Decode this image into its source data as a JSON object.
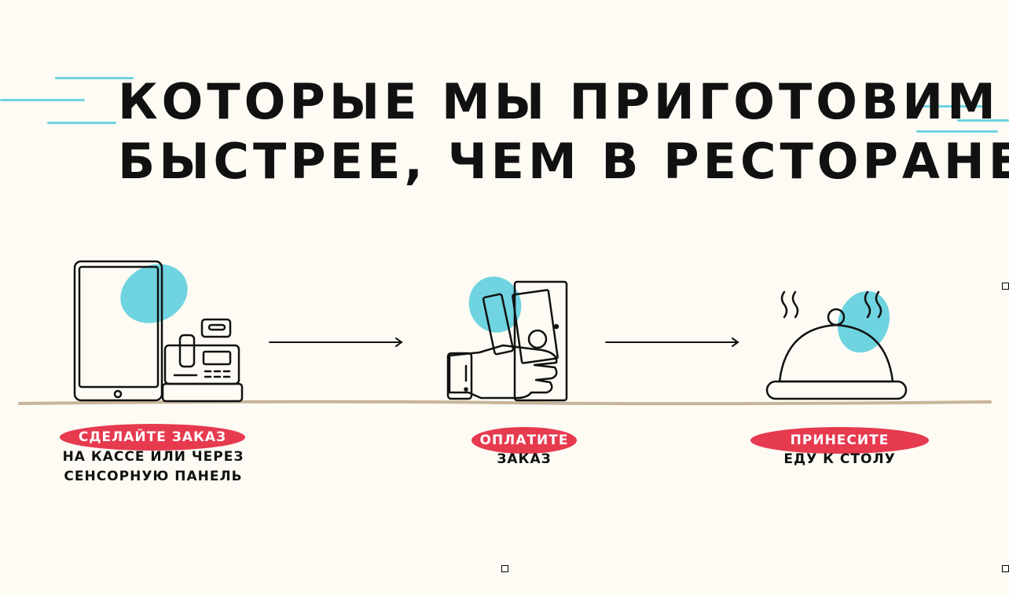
{
  "headline": {
    "line1": "КОТОРЫЕ МЫ ПРИГОТОВИМ",
    "line2": "БЫСТРЕЕ, ЧЕМ В РЕСТОРАНЕ"
  },
  "steps": [
    {
      "badge": "СДЕЛАЙТЕ ЗАКАЗ",
      "caption_line1": "НА КАССЕ ИЛИ ЧЕРЕЗ",
      "caption_line2": "СЕНСОРНУЮ ПАНЕЛЬ",
      "icon": "tablet-and-cash-register-icon"
    },
    {
      "badge": "ОПЛАТИТЕ",
      "caption_line1": "ЗАКАЗ",
      "icon": "hand-paying-money-icon"
    },
    {
      "badge": "ПРИНЕСИТЕ",
      "caption_line1": "ЕДУ К СТОЛУ",
      "icon": "food-cloche-icon"
    }
  ],
  "colors": {
    "accent_blue": "#6fd3e0",
    "badge_red": "#e63a4f",
    "ground": "#c8b49a",
    "ink": "#111111",
    "background": "#fdfbf4"
  }
}
